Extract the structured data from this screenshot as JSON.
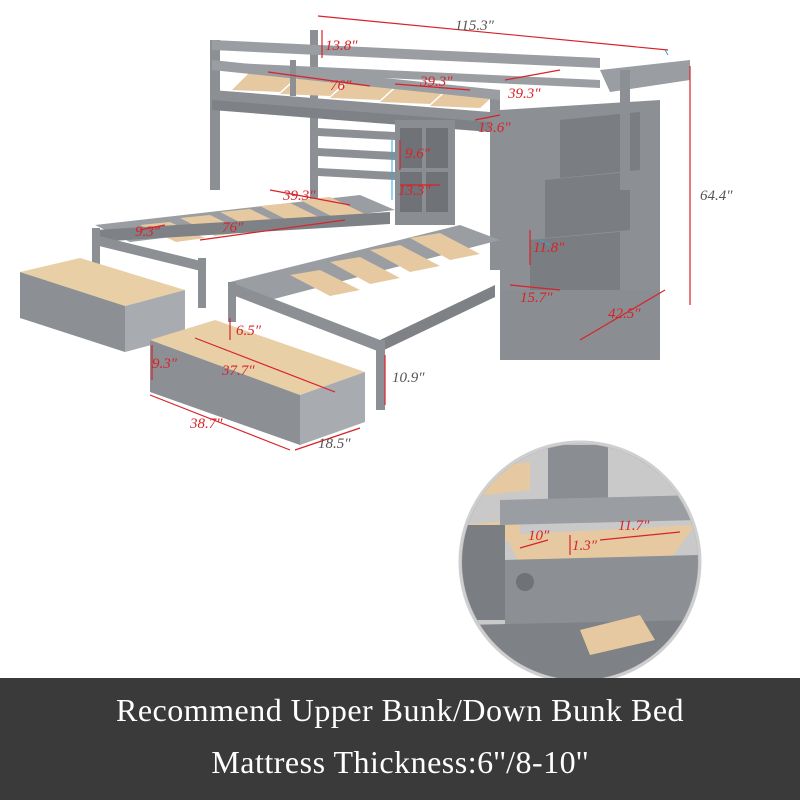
{
  "dimensions": {
    "overall_length": "115.3″",
    "top_guardrail_height": "13.8″",
    "top_bed_length": "76″",
    "top_bed_width": "39.3″",
    "stair_top_step": "39.3″",
    "stair_depth_upper": "13.6″",
    "overall_height": "64.4″",
    "shelf_height": "9.6″",
    "shelf_width": "13.3″",
    "bottom_left_width": "39.3″",
    "bottom_left_side_height": "9.3″",
    "bottom_left_length": "76″",
    "stair_step_height": "11.8″",
    "stair_step_depth": "15.7″",
    "stair_length": "42.5″",
    "drawer_depth_inner": "6.5″",
    "drawer_height": "9.3″",
    "drawer_inner_length": "37.7″",
    "drawer_length": "38.7″",
    "drawer_width": "18.5″",
    "bed_clearance": "10.9″",
    "mini_drawer_depth": "10″",
    "mini_drawer_height": "1.3″",
    "mini_drawer_width": "11.7″"
  },
  "banner": {
    "line1": "Recommend Upper Bunk/Down Bunk Bed",
    "line2": "Mattress Thickness:6''/8-10''"
  },
  "colors": {
    "frame": "#8c8f93",
    "frame_dark": "#6f7276",
    "slat": "#e6c9a0",
    "dimension": "#d8232a",
    "arrow_blue": "#2ea8e0",
    "banner_bg": "#3a3a3a"
  }
}
